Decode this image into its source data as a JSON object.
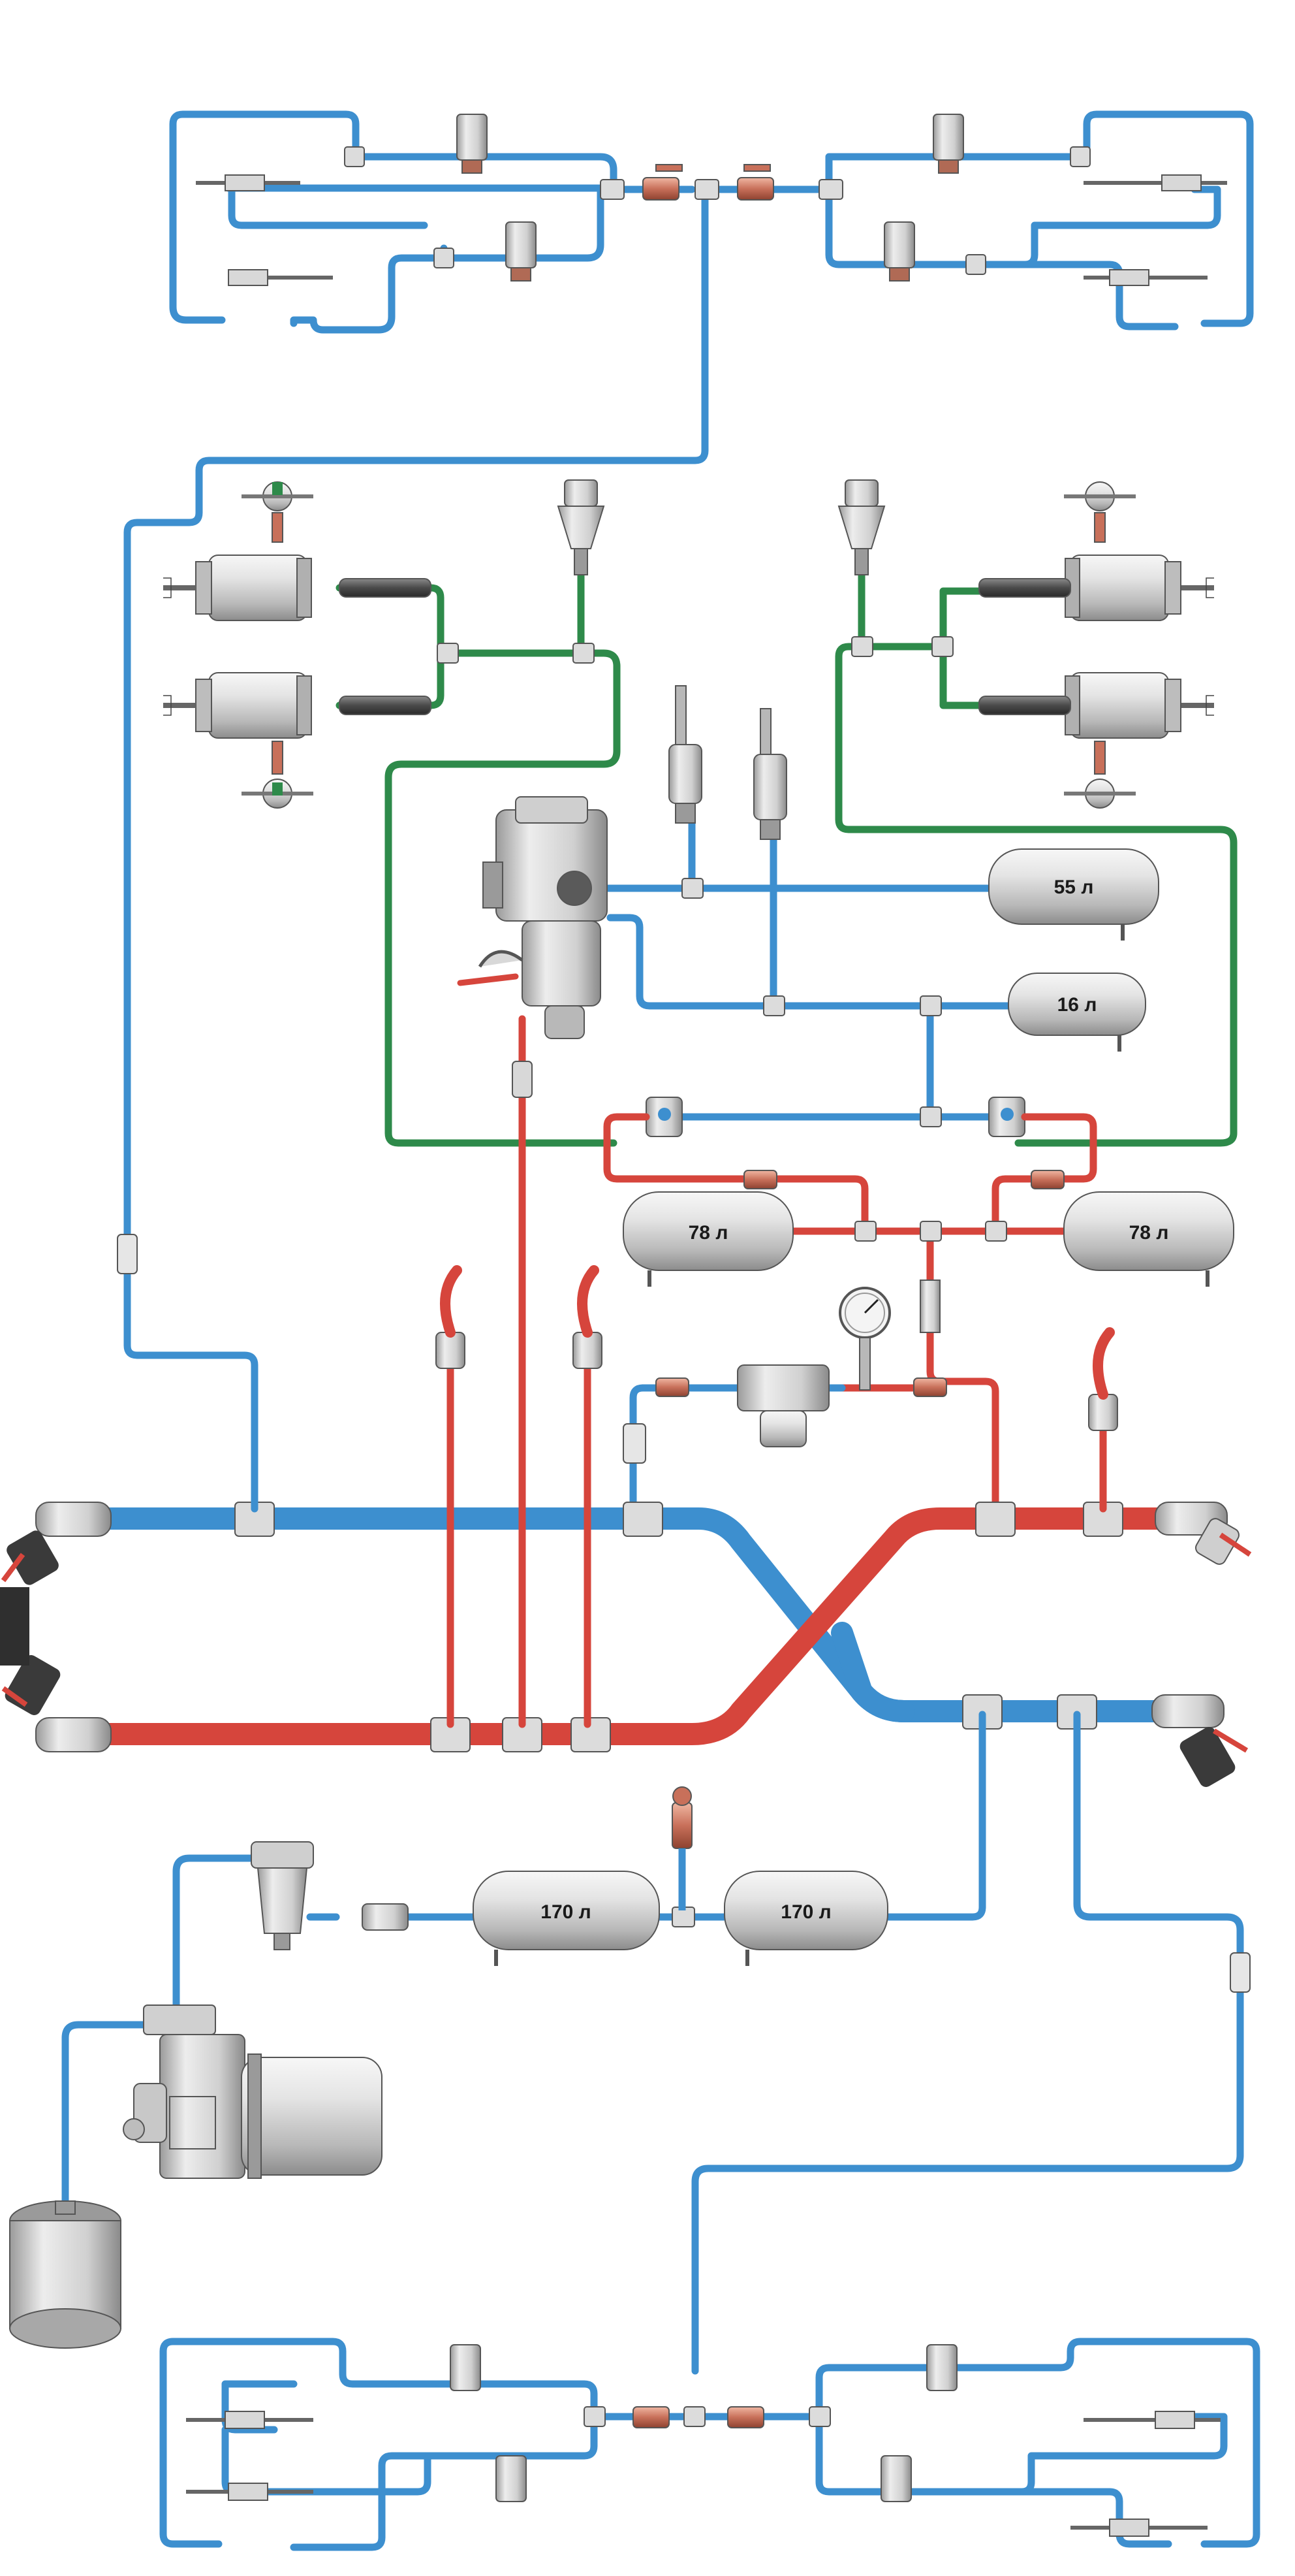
{
  "tanks": {
    "t55": "55 л",
    "t16": "16 л",
    "t78_left": "78 л",
    "t78_right": "78 л",
    "t170_left": "170 л",
    "t170_right": "170 л"
  },
  "colors": {
    "feed_line": "#3d8fcf",
    "control_line": "#2e8a4a",
    "brake_line": "#d6453c",
    "metal_light": "#e9e9e9",
    "metal_dark": "#8a8a8a",
    "valve_bronze": "#c8705a"
  },
  "icons": [
    "brake-cylinder-icon",
    "tank-icon",
    "pressure-gauge-icon",
    "stopcock-icon",
    "compressor-icon",
    "motor-icon",
    "filter-icon",
    "valve-icon",
    "hose-coupling-icon"
  ]
}
